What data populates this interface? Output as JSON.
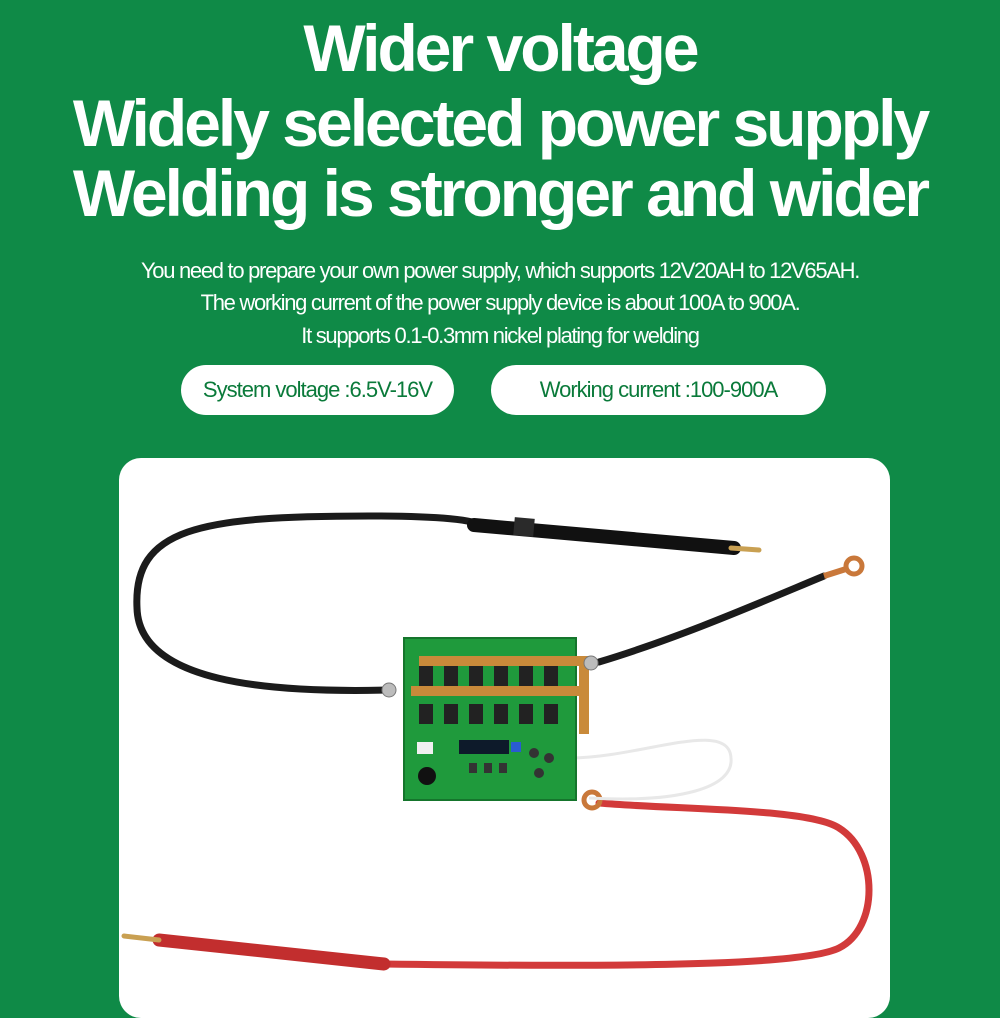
{
  "headline": {
    "line1": "Wider voltage",
    "line2": "Widely selected power supply",
    "line3": "Welding is stronger and wider"
  },
  "description": {
    "line1": "You need to prepare your own power supply, which supports 12V20AH to 12V65AH.",
    "line2": "The working current of the power supply device is about 100A to 900A.",
    "line3": "It supports 0.1-0.3mm nickel plating for welding"
  },
  "specs": {
    "voltage": "System voltage :6.5V-16V",
    "current": "Working current :100-900A"
  },
  "colors": {
    "background": "#0f8a47",
    "pill_text": "#0a7a3a",
    "pcb": "#1f9a3c",
    "black_lead": "#1b1b1b",
    "red_lead": "#d23a3a",
    "copper": "#c98a3a"
  },
  "product": {
    "icon": "spot-welder-board-with-leads"
  }
}
